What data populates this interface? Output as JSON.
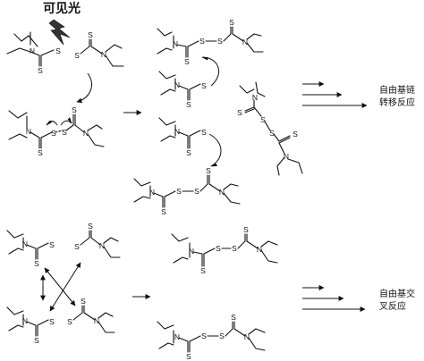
{
  "visible_light_label": "可见光",
  "atoms": {
    "sulfur": "S",
    "nitrogen": "N"
  },
  "chain_transfer_label": [
    "自由基链",
    "转移反应"
  ],
  "crosslink_label": [
    "自由基交",
    "叉反应"
  ],
  "colors": {
    "ink": "#111111",
    "background": "#ffffff"
  },
  "icons": [
    "lightning-bolt-icon",
    "reaction-arrow-icon",
    "curved-electron-arrow-icon"
  ]
}
